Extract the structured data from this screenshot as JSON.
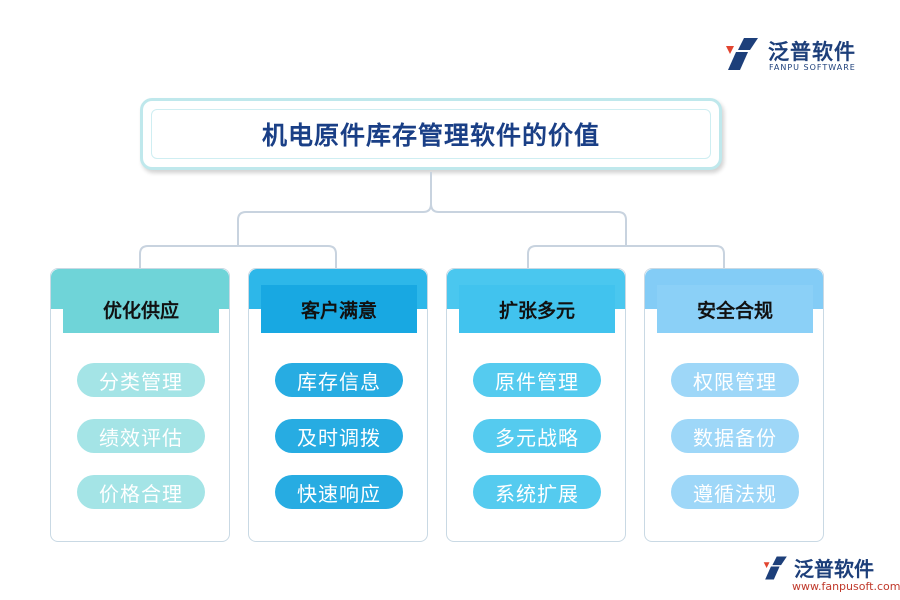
{
  "logo": {
    "name": "泛普软件",
    "subtitle": "FANPU SOFTWARE",
    "url": "www.fanpusoft.com"
  },
  "title": "机电原件库存管理软件的价值",
  "categories": [
    {
      "heading": "优化供应",
      "items": [
        "分类管理",
        "绩效评估",
        "价格合理"
      ]
    },
    {
      "heading": "客户满意",
      "items": [
        "库存信息",
        "及时调拨",
        "快速响应"
      ]
    },
    {
      "heading": "扩张多元",
      "items": [
        "原件管理",
        "多元战略",
        "系统扩展"
      ]
    },
    {
      "heading": "安全合规",
      "items": [
        "权限管理",
        "数据备份",
        "遵循法规"
      ]
    }
  ],
  "colors": {
    "title_text": "#1a3f86",
    "connector": "#c8d3df",
    "card1": "#6fd4d8",
    "card2": "#18a8e2",
    "card3": "#41c3ee",
    "card4": "#8bd0f7"
  }
}
